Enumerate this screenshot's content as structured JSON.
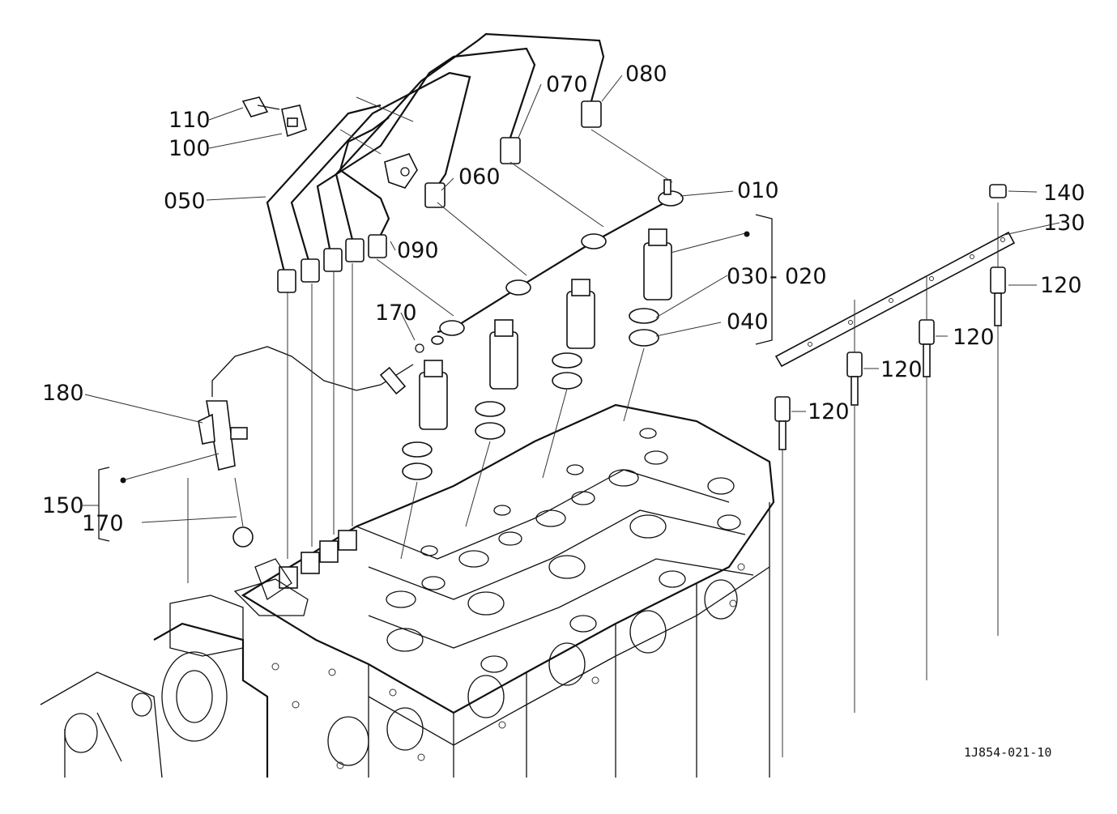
{
  "diagram": {
    "drawing_code": "1J854-021-10",
    "callouts": {
      "c010": "010",
      "c020": "020",
      "c030": "030",
      "c040": "040",
      "c050": "050",
      "c060": "060",
      "c070": "070",
      "c080": "080",
      "c090": "090",
      "c100": "100",
      "c110": "110",
      "c120a": "120",
      "c120b": "120",
      "c120c": "120",
      "c120d": "120",
      "c130": "130",
      "c140": "140",
      "c150": "150",
      "c170a": "170",
      "c170b": "170",
      "c180": "180"
    },
    "dash_030_020": "-"
  }
}
